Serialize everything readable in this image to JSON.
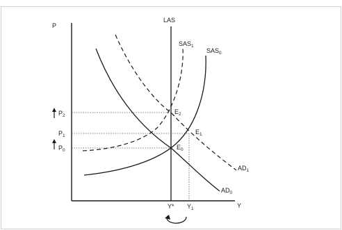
{
  "axes": {
    "y_label": "P",
    "x_label": "Y"
  },
  "curves": {
    "las": {
      "label": "LAS"
    },
    "sas1": {
      "label": "SAS",
      "sub": "1"
    },
    "sas0": {
      "label": "SAS",
      "sub": "0"
    },
    "ad1": {
      "label": "AD",
      "sub": "1"
    },
    "ad0": {
      "label": "AD",
      "sub": "0"
    }
  },
  "points": {
    "e2": {
      "label": "E",
      "sub": "2"
    },
    "e1": {
      "label": "E",
      "sub": "1"
    },
    "e0": {
      "label": "E",
      "sub": "0"
    }
  },
  "price_levels": {
    "p2": {
      "label": "P",
      "sub": "2"
    },
    "p1": {
      "label": "P",
      "sub": "1"
    },
    "p0": {
      "label": "P",
      "sub": "0"
    }
  },
  "output_levels": {
    "ystar": {
      "label": "Y*"
    },
    "y1": {
      "label": "Y",
      "sub": "1"
    }
  },
  "colors": {
    "line": "#1a1a1a",
    "guide": "#555555",
    "frame": "#d0d0d0"
  },
  "icons": {
    "price_rise_arrow": "up-arrow-icon",
    "return_arrow": "curved-arrow-icon"
  }
}
